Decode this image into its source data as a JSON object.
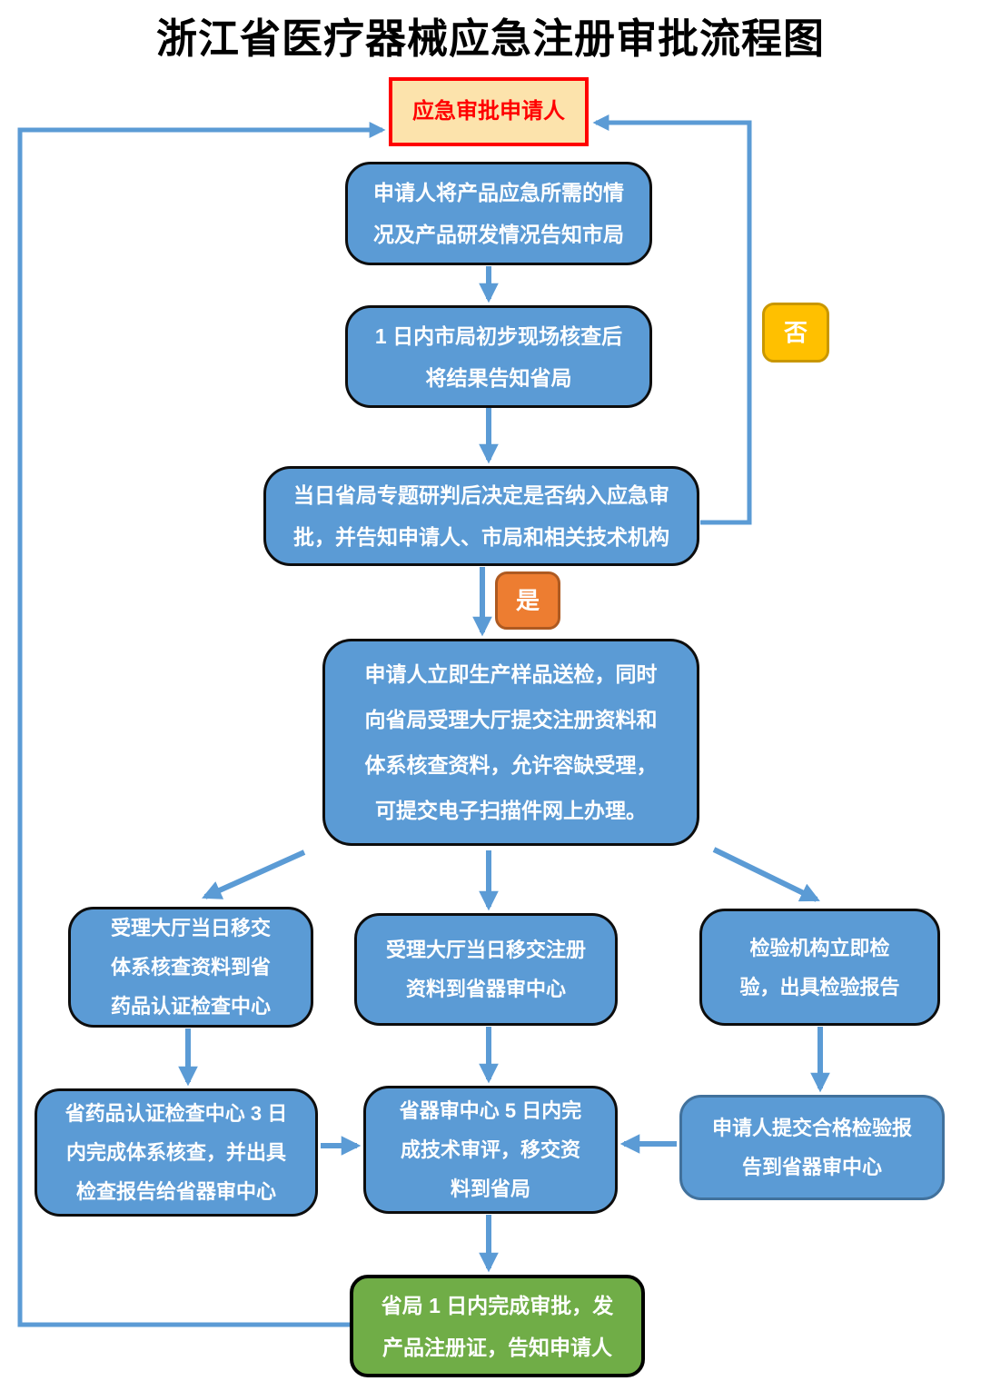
{
  "title": "浙江省医疗器械应急注册审批流程图",
  "colors": {
    "process_blue_fill": "#5B9BD5",
    "arrow_blue": "#5B9BD5",
    "applicant_fill": "#FCE3AC",
    "applicant_border": "#FF0000",
    "applicant_text": "#FF0000",
    "yes_fill": "#ED7D31",
    "no_fill": "#FFC000",
    "approval_green_fill": "#70AD47",
    "box_border_black": "#0D0D0D"
  },
  "nodes": {
    "applicant": {
      "label": "应急审批申请人"
    },
    "notify_city": {
      "label": "申请人将产品应急所需的情\n况及产品研发情况告知市局"
    },
    "city_check": {
      "label": "1 日内市局初步现场核查后\n将结果告知省局"
    },
    "province_decision": {
      "label": "当日省局专题研判后决定是否纳入应急审\n批，并告知申请人、市局和相关技术机构"
    },
    "yes_tag": {
      "label": "是"
    },
    "no_tag": {
      "label": "否"
    },
    "submit_materials": {
      "label": "申请人立即生产样品送检，同时\n向省局受理大厅提交注册资料和\n体系核查资料，允许容缺受理，\n可提交电子扫描件网上办理。"
    },
    "transfer_system_check": {
      "label": "受理大厅当日移交\n体系核查资料到省\n药品认证检查中心"
    },
    "transfer_registration": {
      "label": "受理大厅当日移交注册\n资料到省器审中心"
    },
    "inspection_agency": {
      "label": "检验机构立即检\n验，出具检验报告"
    },
    "system_check_report": {
      "label": "省药品认证检查中心 3 日\n内完成体系核查，并出具\n检查报告给省器审中心"
    },
    "technical_review": {
      "label": "省器审中心 5 日内完\n成技术审评，移交资\n料到省局"
    },
    "inspection_report": {
      "label": "申请人提交合格检验报\n告到省器审中心"
    },
    "final_approval": {
      "label": "省局 1 日内完成审批，发\n产品注册证，告知申请人"
    }
  },
  "edges": [
    {
      "from": "applicant",
      "to": "notify_city"
    },
    {
      "from": "notify_city",
      "to": "city_check"
    },
    {
      "from": "city_check",
      "to": "province_decision"
    },
    {
      "from": "province_decision",
      "to": "submit_materials",
      "label": "是"
    },
    {
      "from": "province_decision",
      "to": "applicant",
      "label": "否"
    },
    {
      "from": "submit_materials",
      "to": "transfer_system_check"
    },
    {
      "from": "submit_materials",
      "to": "transfer_registration"
    },
    {
      "from": "submit_materials",
      "to": "inspection_agency"
    },
    {
      "from": "transfer_system_check",
      "to": "system_check_report"
    },
    {
      "from": "transfer_registration",
      "to": "technical_review"
    },
    {
      "from": "inspection_agency",
      "to": "inspection_report"
    },
    {
      "from": "system_check_report",
      "to": "technical_review"
    },
    {
      "from": "inspection_report",
      "to": "technical_review"
    },
    {
      "from": "technical_review",
      "to": "final_approval"
    },
    {
      "from": "final_approval",
      "to": "applicant"
    }
  ]
}
